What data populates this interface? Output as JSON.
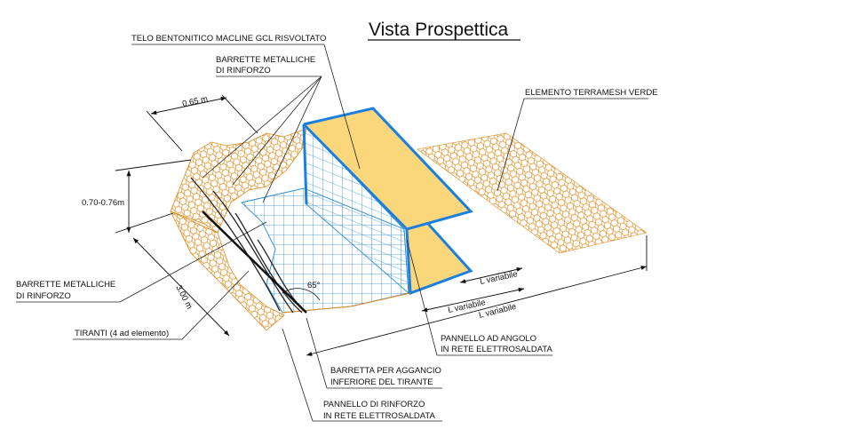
{
  "title": "Vista Prospettica",
  "labels": {
    "telo": "TELO BENTONITICO MACLINE GCL RISVOLTATO",
    "barrette_top_1": "BARRETTE METALLICHE",
    "barrette_top_2": "DI RINFORZO",
    "terramesh": "ELEMENTO TERRAMESH VERDE",
    "barrette_left_1": "BARRETTE METALLICHE",
    "barrette_left_2": "DI RINFORZO",
    "tiranti": "TIRANTI (4 ad elemento)",
    "pannello_angolo_1": "PANNELLO AD ANGOLO",
    "pannello_angolo_2": "IN RETE ELETTROSALDATA",
    "barretta_aggancio_1": "BARRETTA PER AGGANCIO",
    "barretta_aggancio_2": "INFERIORE DEL TIRANTE",
    "pannello_rinforzo_1": "PANNELLO DI RINFORZO",
    "pannello_rinforzo_2": "IN RETE ELETTROSALDATA"
  },
  "dimensions": {
    "width": "0.65 m",
    "height": "0.70-0.76m",
    "length": "3.00 m",
    "angle": "65°",
    "l_var_1": "L variabile",
    "l_var_2": "L variabile",
    "l_var_3": "L variabile"
  },
  "colors": {
    "panel_fill": "#fbd77c",
    "grid_blue": "#2a8ad6",
    "frame_blue": "#1a7fe0",
    "mesh_orange": "#e08a1c"
  }
}
